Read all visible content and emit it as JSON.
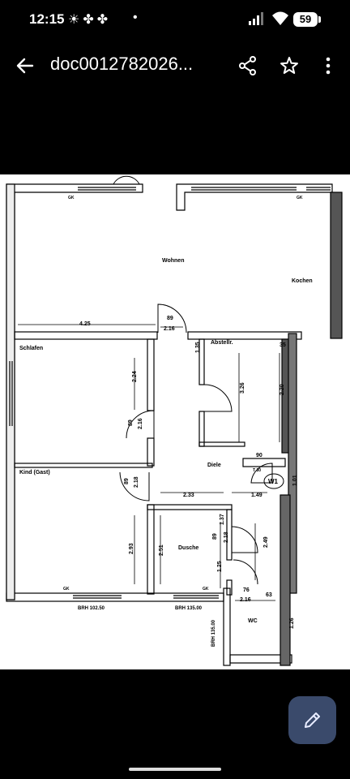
{
  "status": {
    "time": "12:15",
    "icons": [
      "weather-icon",
      "fan-icon",
      "fan-icon"
    ],
    "battery": "59"
  },
  "appbar": {
    "title": "doc0012782026..."
  },
  "floorplan": {
    "rooms": {
      "wohnen": "Wohnen",
      "kochen": "Kochen",
      "schlafen": "Schlafen",
      "abstellr": "Abstellr.",
      "diele": "Diele",
      "kind": "Kind (Gast)",
      "dusche": "Dusche",
      "wc": "WC"
    },
    "dimensions": {
      "d425": "4.25",
      "d89": "89",
      "d216a": "2.16",
      "d224": "2.24",
      "d89b": "89",
      "d216b": "2.16",
      "d326": "3.26",
      "d220": "2.20",
      "d90": "90",
      "d89c": "89",
      "d218": "2.18",
      "d233": "2.33",
      "d149": "1.49",
      "d101": "1.01",
      "d293": "2.93",
      "d251": "2.51",
      "d89d": "89",
      "d218b": "2.18",
      "d125": "1.25",
      "d249": "2.49",
      "d76": "76",
      "d63": "63",
      "d216c": "2.16",
      "d137": "1.37",
      "d126": "1.26",
      "d135": "1.35",
      "d35": "35",
      "d2x": "T 30"
    },
    "marks": {
      "gk": "GK",
      "w1": "W1",
      "brh1": "BRH 102.50",
      "brh2": "BRH 135.00",
      "brh3": "BRH 135.00"
    }
  }
}
